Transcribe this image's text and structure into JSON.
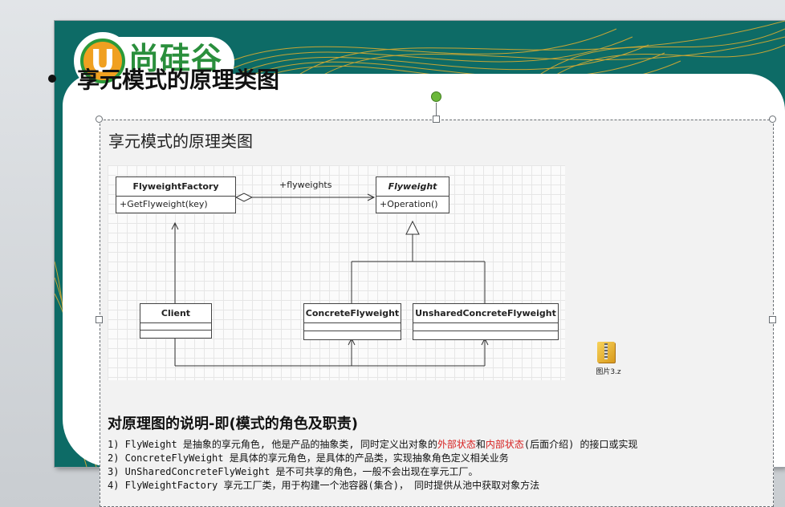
{
  "slide": {
    "logo_text": "尚硅谷",
    "logo_letter": "U",
    "title": "享元模式的原理类图",
    "colors": {
      "teal": "#0d6b66",
      "gold": "#e6b02e",
      "logo_green": "#2a8f3c",
      "logo_orange": "#f0a020",
      "highlight_red": "#d62020"
    }
  },
  "content": {
    "inner_title": "享元模式的原理类图",
    "uml": {
      "factory": {
        "name": "FlyweightFactory",
        "operation": "+GetFlyweight(key)"
      },
      "flyweight": {
        "name": "Flyweight",
        "operation": "+Operation()"
      },
      "association_label": "+flyweights",
      "client": {
        "name": "Client"
      },
      "concrete": {
        "name": "ConcreteFlyweight"
      },
      "unshared": {
        "name": "UnsharedConcreteFlyweight"
      }
    },
    "file_icon": {
      "label": "图片3.z",
      "icon": "zip-folder-icon"
    },
    "explanation": {
      "title": "对原理图的说明-即(模式的角色及职责)",
      "line1": {
        "prefix": "1) FlyWeight 是抽象的享元角色, 他是产品的抽象类, 同时定义出对象的",
        "red1": "外部状态",
        "mid": "和",
        "red2": "内部状态",
        "suffix": "(后面介绍) 的接口或实现"
      },
      "line2": "2) ConcreteFlyWeight 是具体的享元角色，是具体的产品类，实现抽象角色定义相关业务",
      "line3": "3) UnSharedConcreteFlyWeight 是不可共享的角色，一般不会出现在享元工厂。",
      "line4": "4) FlyWeightFactory  享元工厂类，用于构建一个池容器(集合)， 同时提供从池中获取对象方法"
    }
  }
}
